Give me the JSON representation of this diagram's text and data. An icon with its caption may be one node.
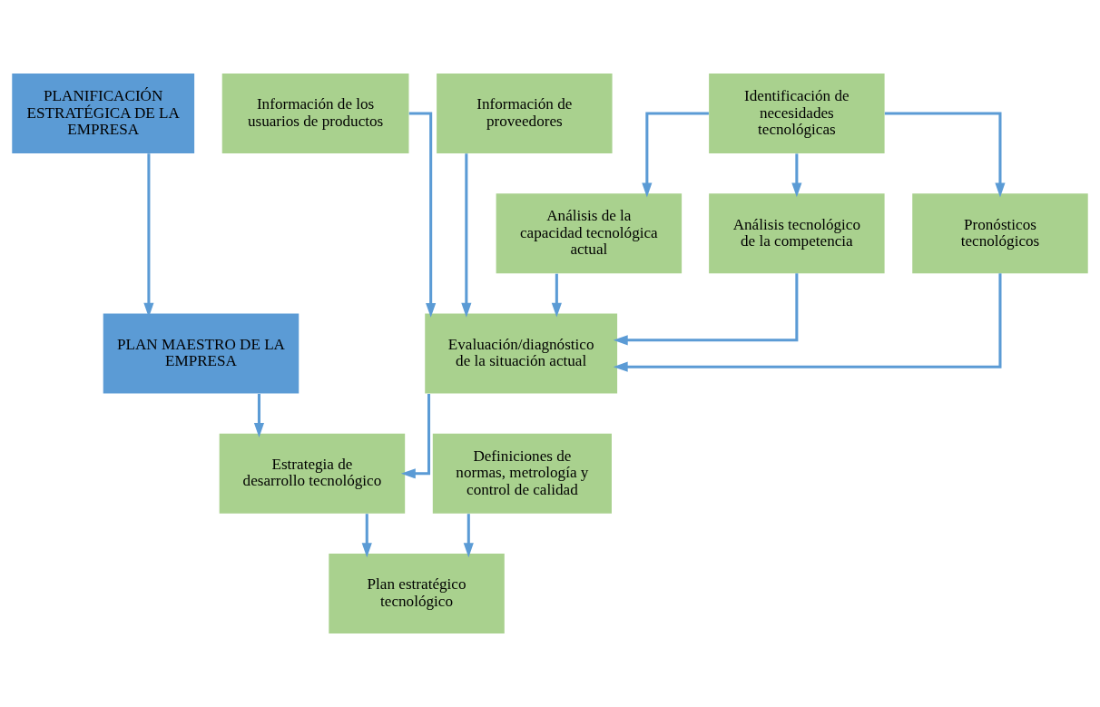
{
  "diagram": {
    "nodes": [
      {
        "text": [
          "PLANIFICACIÓN ESTRATÉGICA DE LA EMPRESA"
        ]
      },
      {
        "text": [
          "Identificación de necesidades tecnológicas"
        ]
      },
      {
        "text": [
          "Información de los usuarios de productos"
        ]
      },
      {
        "text": [
          "Información de proveedores"
        ]
      },
      {
        "text": [
          "Análisis de la capacidad tecnológica actual"
        ]
      },
      {
        "text": [
          "Análisis tecnológico de la competencia"
        ]
      },
      {
        "text": [
          "Pronósticos tecnológicos"
        ]
      },
      {
        "text": [
          "PLAN MAESTRO DE LA EMPRESA"
        ]
      },
      {
        "text": [
          "Evaluación/diagnóstico de la situación actual"
        ]
      },
      {
        "text": [
          "Estrategia de desarrollo tecnológico"
        ]
      },
      {
        "text": [
          "Definiciones de normas, metrología y control de calidad"
        ]
      },
      {
        "text": [
          "Plan estratégico tecnológico"
        ]
      }
    ],
    "edges": [
      {
        "from": 0,
        "to": 7,
        "arrow": "to"
      },
      {
        "from": 1,
        "to": 4,
        "arrow": "to"
      },
      {
        "from": 1,
        "to": 5,
        "arrow": "to"
      },
      {
        "from": 1,
        "to": 6,
        "arrow": "to"
      },
      {
        "from": 4,
        "to": 8,
        "arrow": "to"
      },
      {
        "from": 5,
        "to": 8,
        "arrow": "to"
      },
      {
        "from": 6,
        "to": 8,
        "arrow": "to"
      },
      {
        "from": 2,
        "to": 8,
        "arrow": "to"
      },
      {
        "from": 3,
        "to": 8,
        "arrow": "to"
      },
      {
        "from": 7,
        "to": 9,
        "arrow": "to"
      },
      {
        "from": 8,
        "to": 9,
        "arrow": "to"
      },
      {
        "from": 9,
        "to": 11,
        "arrow": "to"
      },
      {
        "from": 10,
        "to": 11,
        "arrow": "to"
      }
    ]
  }
}
